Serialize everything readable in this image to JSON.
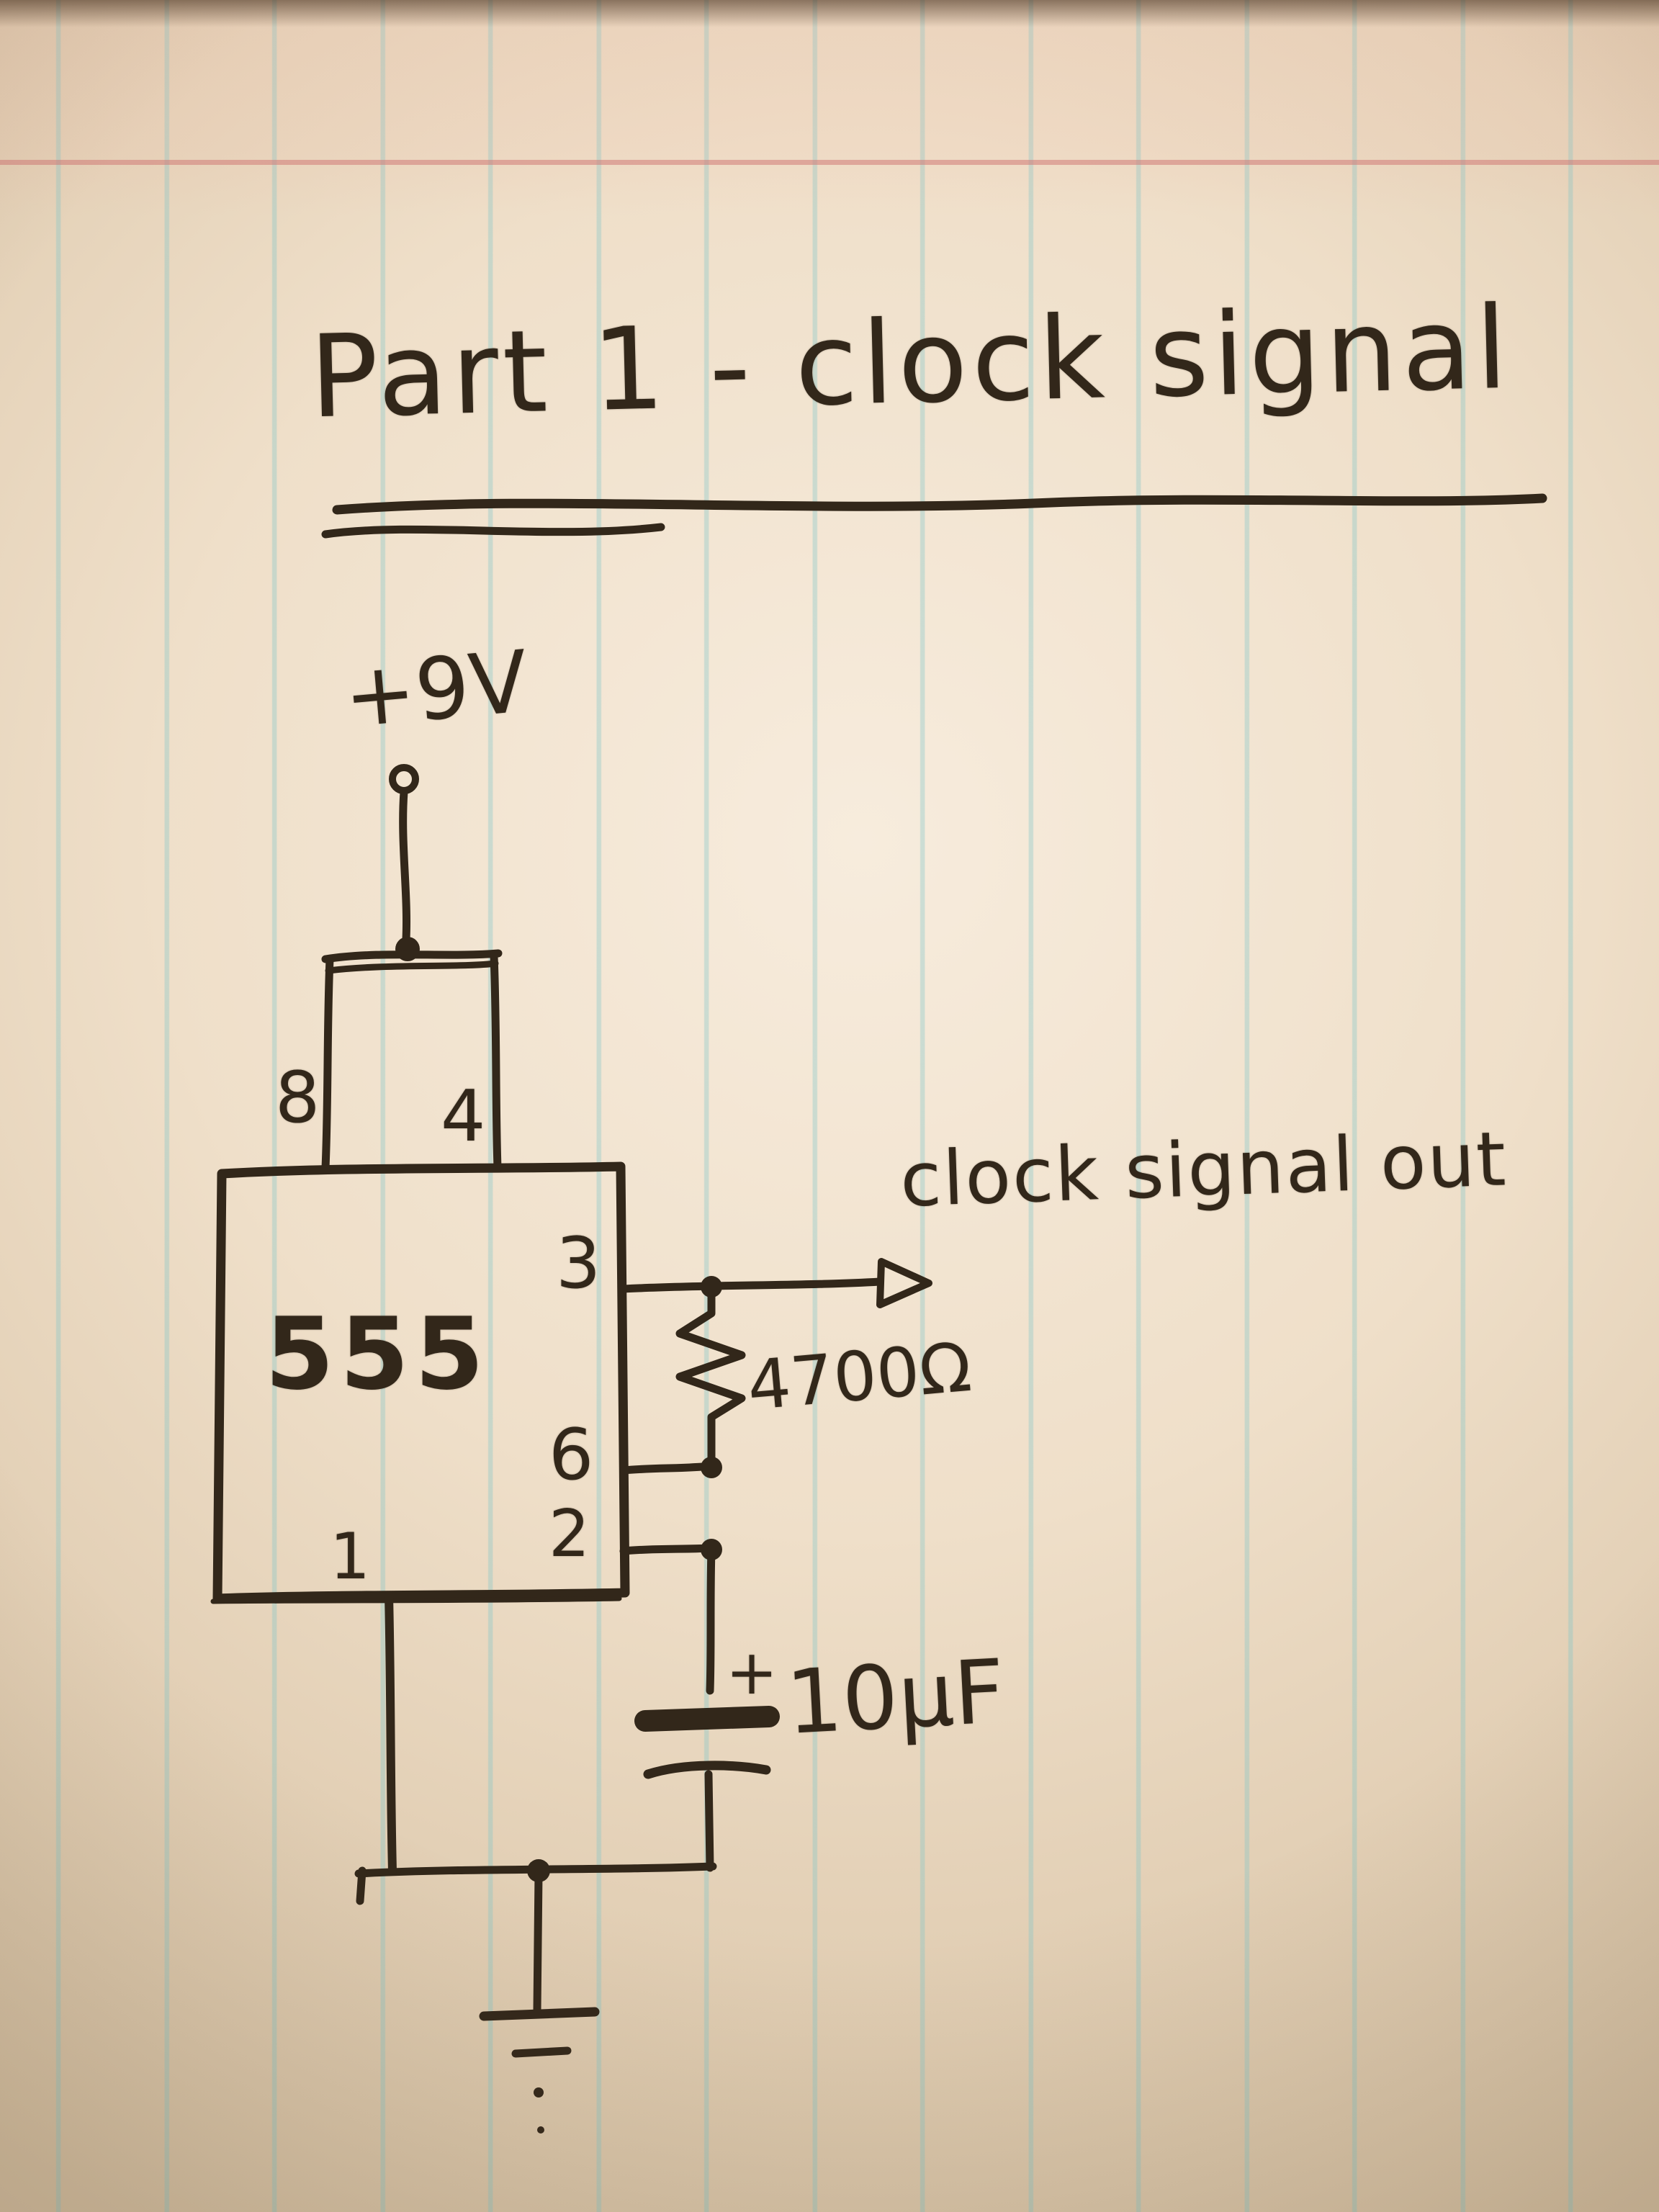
{
  "title": "Part 1 - clock signal",
  "colors": {
    "ink": "#32271a",
    "paper": "#efdfc9",
    "ruling": "#80c5c8",
    "margin_line": "#d07a76"
  },
  "circuit": {
    "supply_label": "+9V",
    "ic_label": "555",
    "pins": {
      "p8": "8",
      "p4": "4",
      "p3": "3",
      "p6": "6",
      "p2": "2",
      "p1": "1"
    },
    "output_label": "clock signal out",
    "resistor_value": "4700Ω",
    "capacitor_value": "10μF",
    "capacitor_polarity": "+"
  }
}
